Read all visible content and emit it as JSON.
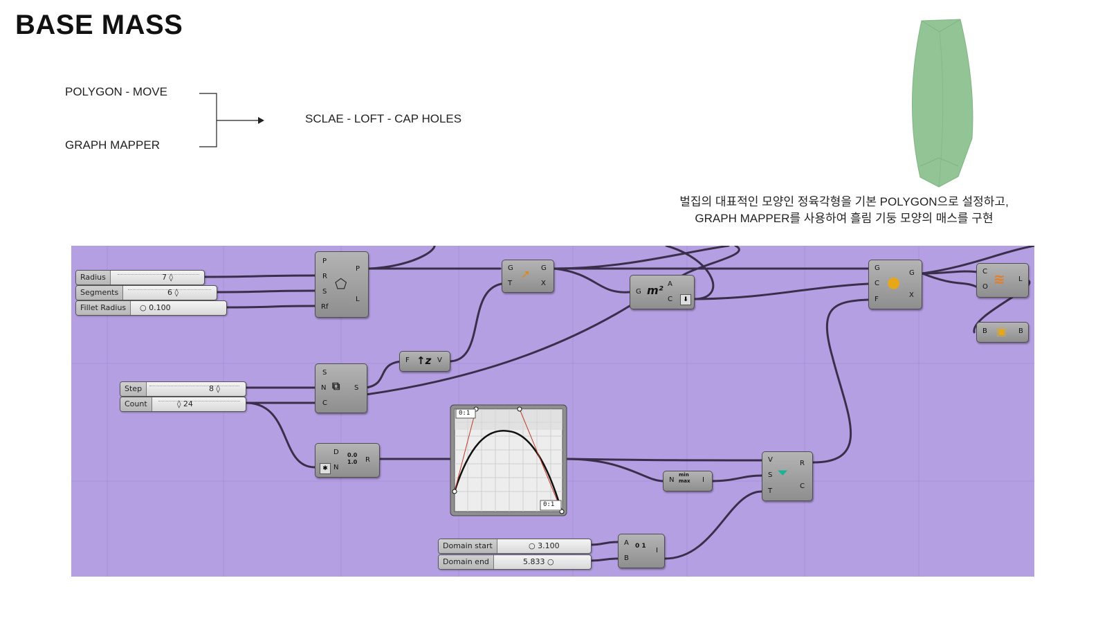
{
  "title": "BASE MASS",
  "flow": {
    "input_1": "POLYGON - MOVE",
    "input_2": "GRAPH MAPPER",
    "output": "SCLAE - LOFT - CAP HOLES"
  },
  "caption": {
    "line1": "벌집의 대표적인 모양인 정육각형을 기본 POLYGON으로 설정하고,",
    "line2": "GRAPH MAPPER를 사용하여 흘림 기둥 모양의 매스를 구현"
  },
  "colors": {
    "canvas": "#b49fe3",
    "node": "#a0a0a0",
    "wire": "#3a2f4a",
    "mass": "#93c496"
  },
  "sliders": {
    "radius": {
      "label": "Radius",
      "value": "7 ◊"
    },
    "segments": {
      "label": "Segments",
      "value": "6 ◊"
    },
    "fillet": {
      "label": "Fillet Radius",
      "value": "0.100"
    },
    "step": {
      "label": "Step",
      "value": "8 ◊"
    },
    "count": {
      "label": "Count",
      "value": "◊ 24"
    },
    "domain_start": {
      "label": "Domain start",
      "value": "3.100"
    },
    "domain_end": {
      "label": "Domain end",
      "value": "5.833"
    }
  },
  "nodes": {
    "polygon": {
      "inputs": [
        "P",
        "R",
        "S",
        "Rf"
      ],
      "outputs": [
        "P",
        "L"
      ],
      "icon": "polygon-icon"
    },
    "move": {
      "inputs": [
        "G",
        "T"
      ],
      "outputs": [
        "G",
        "X"
      ],
      "icon": "move-icon"
    },
    "area": {
      "inputs": [
        "G"
      ],
      "outputs": [
        "A",
        "C"
      ],
      "icon": "area-icon"
    },
    "scale": {
      "inputs": [
        "G",
        "C",
        "F"
      ],
      "outputs": [
        "G",
        "X"
      ],
      "icon": "scale-icon"
    },
    "loft": {
      "inputs": [
        "C",
        "O"
      ],
      "outputs": [
        "L"
      ],
      "icon": "loft-icon"
    },
    "cap": {
      "inputs": [
        "B"
      ],
      "outputs": [
        "B"
      ],
      "icon": "cap-holes-icon"
    },
    "unit_z": {
      "inputs": [
        "F"
      ],
      "outputs": [
        "V"
      ],
      "icon": "unit-z-icon"
    },
    "series": {
      "inputs": [
        "S",
        "N",
        "C"
      ],
      "outputs": [
        "S"
      ],
      "icon": "series-icon"
    },
    "range": {
      "inputs": [
        "D",
        "N"
      ],
      "outputs": [
        "R"
      ],
      "icon": "range-icon",
      "icon_text": "0.0 1.0"
    },
    "bounds": {
      "inputs": [
        "N"
      ],
      "outputs": [
        "I"
      ],
      "icon": "bounds-icon",
      "icon_text": "min max"
    },
    "remap": {
      "inputs": [
        "V",
        "S",
        "T"
      ],
      "outputs": [
        "R",
        "C"
      ],
      "icon": "remap-icon"
    },
    "construct_domain": {
      "inputs": [
        "A",
        "B"
      ],
      "outputs": [
        "I"
      ],
      "icon": "construct-domain-icon",
      "icon_text": "0 1"
    }
  },
  "graph_mapper": {
    "corner_tl": "0:1",
    "corner_br": "0:1"
  }
}
